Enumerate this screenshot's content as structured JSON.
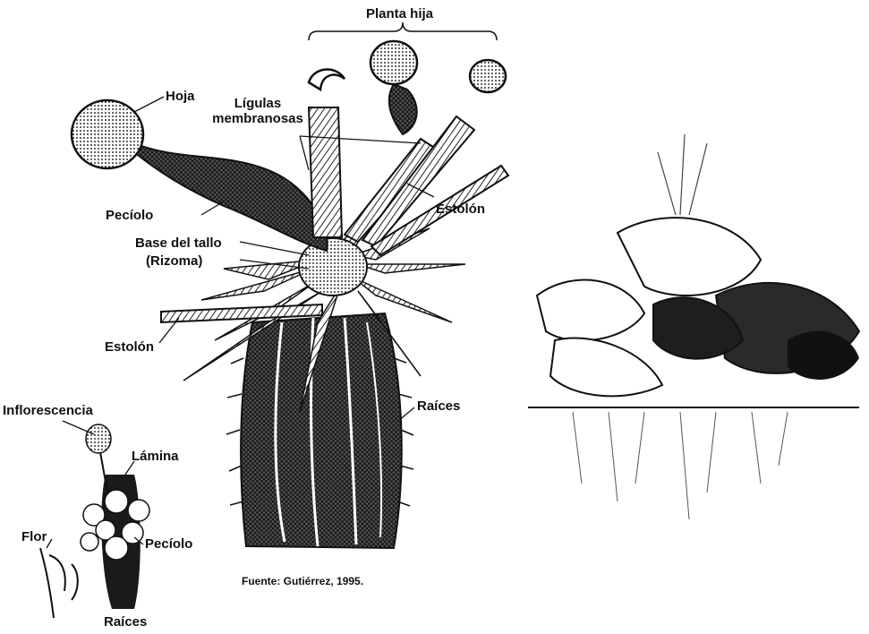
{
  "diagram": {
    "labels": {
      "planta_hija": "Planta hija",
      "hoja": "Hoja",
      "ligulas_line1": "Lígulas",
      "ligulas_line2": "membranosas",
      "peciolo_main": "Pecíolo",
      "estolon_right": "Estolón",
      "base_tallo": "Base del tallo",
      "rizoma": "(Rizoma)",
      "estolon_left": "Estolón",
      "raices_main": "Raíces",
      "inflorescencia": "Inflorescencia",
      "lamina": "Lámina",
      "flor": "Flor",
      "peciolo_small": "Pecíolo",
      "raices_small": "Raíces",
      "fuente": "Fuente: Gutiérrez, 1995."
    }
  }
}
